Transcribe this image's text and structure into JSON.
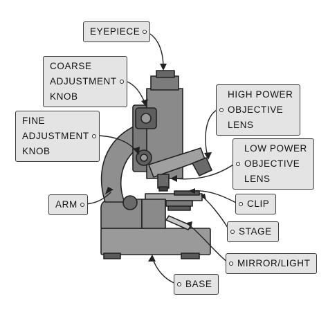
{
  "labels": {
    "eyepiece": [
      "EYEPIECE"
    ],
    "coarse": [
      "COARSE",
      "ADJUSTMENT",
      "KNOB"
    ],
    "fine": [
      "FINE",
      "ADJUSTMENT",
      "KNOB"
    ],
    "arm": [
      "ARM"
    ],
    "high_power": [
      "HIGH POWER",
      "OBJECTIVE",
      "LENS"
    ],
    "low_power": [
      "LOW POWER",
      "OBJECTIVE",
      "LENS"
    ],
    "clip": [
      "CLIP"
    ],
    "stage": [
      "STAGE"
    ],
    "mirror": [
      "MIRROR/LIGHT"
    ],
    "base": [
      "BASE"
    ]
  },
  "colors": {
    "body": "#8f8f8f",
    "body_dark": "#6e6e6e",
    "body_light": "#b5b5b5",
    "outline": "#222222",
    "tag_fill": "#e4e4e4"
  }
}
